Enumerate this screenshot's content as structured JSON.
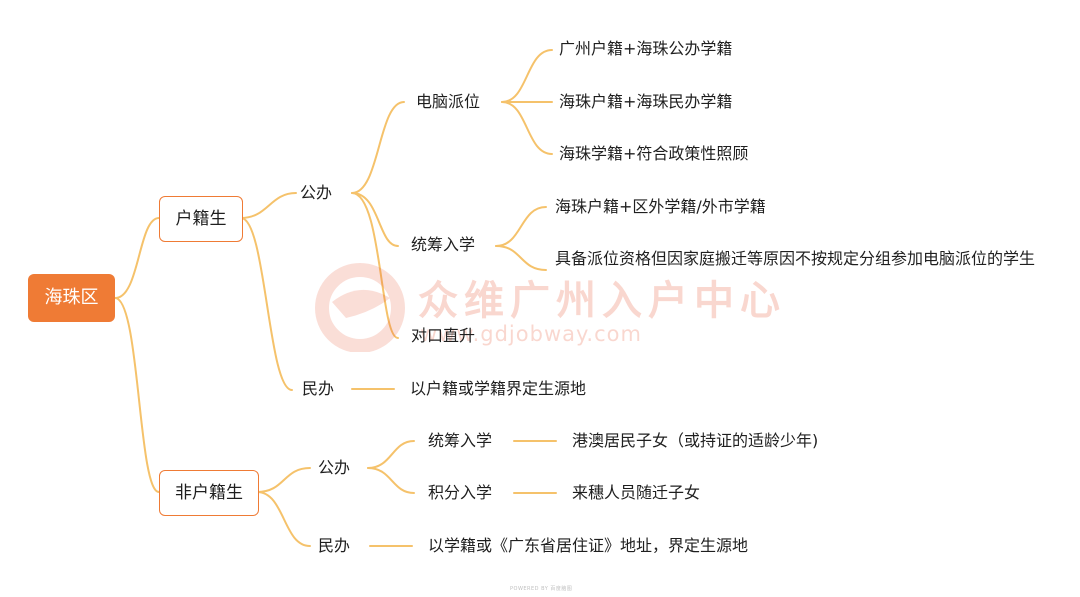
{
  "root": {
    "label": "海珠区"
  },
  "branch1": {
    "label": "户籍生",
    "public": {
      "label": "公办",
      "computer": {
        "label": "电脑派位",
        "items": [
          "广州户籍+海珠公办学籍",
          "海珠户籍+海珠民办学籍",
          "海珠学籍+符合政策性照顾"
        ]
      },
      "coordinated": {
        "label": "统筹入学",
        "items": [
          "海珠户籍+区外学籍/外市学籍",
          "具备派位资格但因家庭搬迁等原因不按规定分组参加电脑派位的学生"
        ]
      },
      "direct": {
        "label": "对口直升"
      }
    },
    "private": {
      "label": "民办",
      "item": "以户籍或学籍界定生源地"
    }
  },
  "branch2": {
    "label": "非户籍生",
    "public": {
      "label": "公办",
      "coordinated": {
        "label": "统筹入学",
        "item": "港澳居民子女（或持证的适龄少年)"
      },
      "points": {
        "label": "积分入学",
        "item": "来穗人员随迁子女"
      }
    },
    "private": {
      "label": "民办",
      "item": "以学籍或《广东省居住证》地址，界定生源地"
    }
  },
  "watermark": {
    "text": "众维广州入户中心",
    "url": "www.gdjobway.com"
  },
  "footer": "POWERED BY 百度脑图",
  "colors": {
    "accent": "#ef7b35",
    "connector": "#f5c26b"
  }
}
